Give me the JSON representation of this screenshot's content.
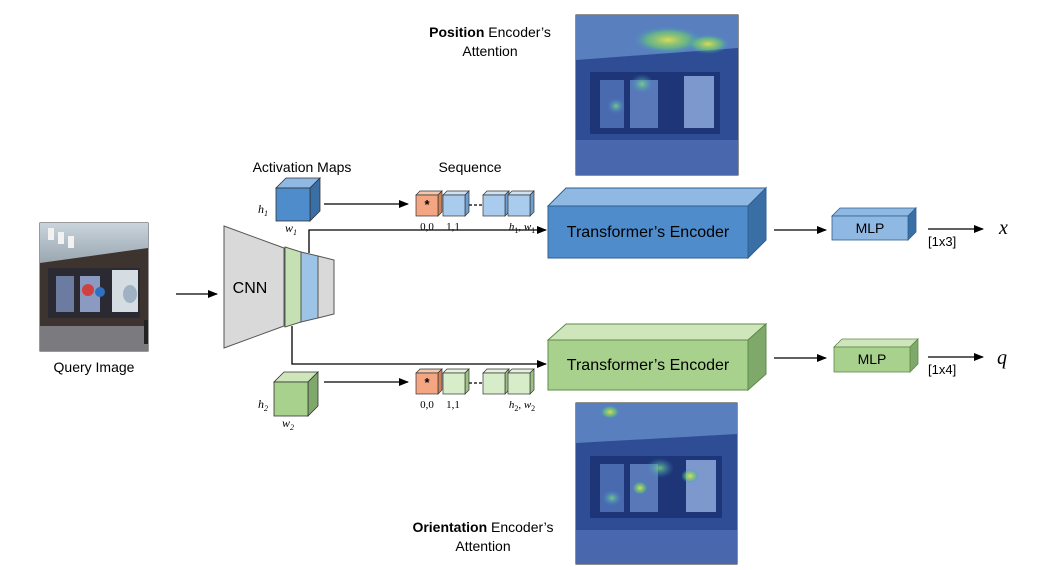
{
  "query_image": {
    "caption": "Query Image"
  },
  "cnn": {
    "label": "CNN"
  },
  "activation_maps": {
    "title": "Activation Maps",
    "branch1": {
      "h": "h",
      "h_sub": "1",
      "w": "w",
      "w_sub": "1"
    },
    "branch2": {
      "h": "h",
      "h_sub": "2",
      "w": "w",
      "w_sub": "2"
    }
  },
  "sequence": {
    "title": "Sequence",
    "token_symbol": "*",
    "branch1": {
      "first_label": "0,0",
      "second_label": "1,1",
      "last_h": "h",
      "last_h_sub": "1",
      "last_sep": ", ",
      "last_w": "w",
      "last_w_sub": "1"
    },
    "branch2": {
      "first_label": "0,0",
      "second_label": "1,1",
      "last_h": "h",
      "last_h_sub": "2",
      "last_sep": ", ",
      "last_w": "w",
      "last_w_sub": "2"
    }
  },
  "position_branch": {
    "encoder_label": "Transformer’s Encoder",
    "mlp_label": "MLP",
    "output_shape": "[1x3]",
    "output_symbol": "x",
    "attention_title_bold": "Position",
    "attention_title_rest": " Encoder’s",
    "attention_title_line2": "Attention"
  },
  "orientation_branch": {
    "encoder_label": "Transformer’s Encoder",
    "mlp_label": "MLP",
    "output_shape": "[1x4]",
    "output_symbol": "q",
    "attention_title_bold": "Orientation",
    "attention_title_rest": " Encoder’s",
    "attention_title_line2": "Attention"
  },
  "colors": {
    "blue_front": "#4f8ccb",
    "blue_top": "#8fb9e3",
    "blue_side": "#3a6fa6",
    "blue_light": "#a9cbee",
    "green_front": "#a9d18e",
    "green_top": "#cfe6bd",
    "green_side": "#7fa96a",
    "green_light": "#d7ecc8",
    "orange": "#f4a582",
    "cnn_gray": "#d9d9d9"
  }
}
